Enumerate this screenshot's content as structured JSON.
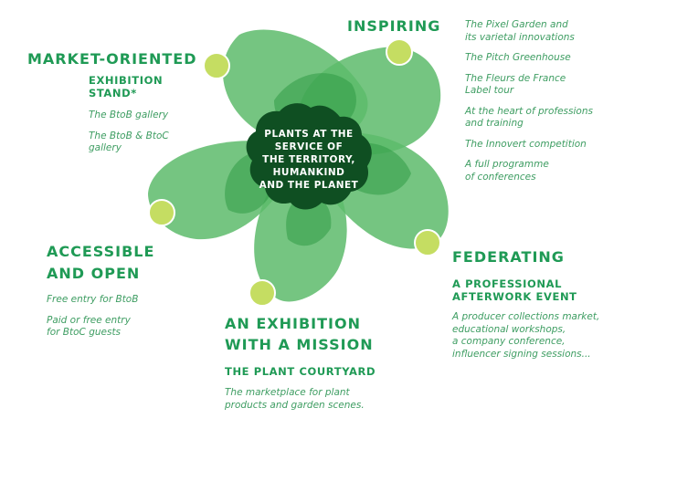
{
  "colors": {
    "petal_light": "#5dbb6b",
    "petal_mid": "#2f9a45",
    "center_dark": "#0f4f22",
    "dot": "#c5dd62",
    "text_green": "#1f9a55"
  },
  "center": {
    "lines": [
      "PLANTS AT THE",
      "SERVICE OF",
      "THE TERRITORY,",
      "HUMANKIND",
      "AND THE PLANET"
    ]
  },
  "sections": {
    "market": {
      "heading": [
        "MARKET-ORIENTED"
      ],
      "subheading": [
        "EXHIBITION",
        "STAND*"
      ],
      "items": [
        [
          "The BtoB gallery"
        ],
        [
          "The BtoB & BtoC",
          "gallery"
        ]
      ]
    },
    "inspiring": {
      "heading": [
        "INSPIRING"
      ],
      "items": [
        [
          "The Pixel Garden and",
          "its varietal innovations"
        ],
        [
          "The Pitch Greenhouse"
        ],
        [
          "The Fleurs de France",
          "Label tour"
        ],
        [
          "At the heart of professions",
          "and training"
        ],
        [
          "The Innovert competition"
        ],
        [
          "A full programme",
          "of conferences"
        ]
      ]
    },
    "accessible": {
      "heading": [
        "ACCESSIBLE",
        "AND OPEN"
      ],
      "items": [
        [
          "Free entry for BtoB"
        ],
        [
          "Paid or free entry",
          "for BtoC guests"
        ]
      ]
    },
    "federating": {
      "heading": [
        "FEDERATING"
      ],
      "subheading": [
        "A PROFESSIONAL",
        "AFTERWORK EVENT"
      ],
      "items": [
        [
          "A producer collections market,",
          "educational workshops,",
          "a company conference,",
          "influencer signing sessions..."
        ]
      ]
    },
    "mission": {
      "heading": [
        "AN EXHIBITION",
        "WITH A MISSION"
      ],
      "subheading": [
        "THE PLANT COURTYARD"
      ],
      "items": [
        [
          "The marketplace for plant",
          "products and garden scenes."
        ]
      ]
    }
  }
}
